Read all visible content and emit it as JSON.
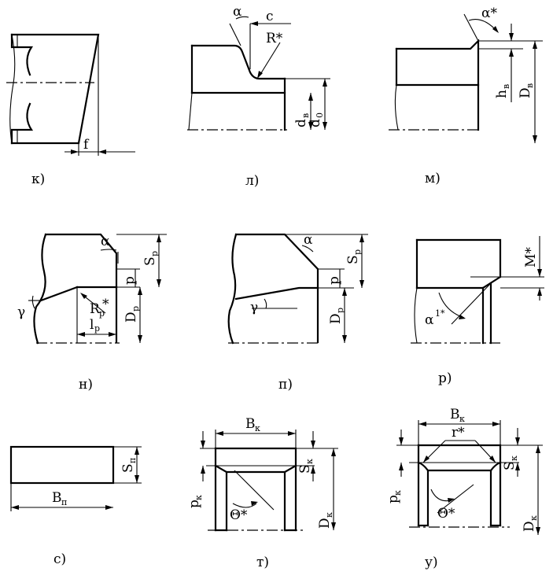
{
  "panels": {
    "k": {
      "caption": "к)",
      "dim_f": "f"
    },
    "l": {
      "caption": "л)",
      "alpha": "α",
      "c": "c",
      "r": "R*",
      "d": "d",
      "d_sub1": "в",
      "d2": "d",
      "d_sub2": "0"
    },
    "m": {
      "caption": "м)",
      "alpha": "α*",
      "h": "h",
      "h_sub": "в",
      "D": "D",
      "D_sub": "в"
    },
    "n": {
      "caption": "н)",
      "alpha": "α",
      "gamma": "γ",
      "R": "R",
      "R_sub": "p",
      "R_star": "*",
      "l": "l",
      "l_sub": "p",
      "S": "S",
      "S_sub": "p",
      "p": "p",
      "D": "D",
      "D_sub": "p"
    },
    "p": {
      "caption": "п)",
      "alpha": "α",
      "gamma": "γ",
      "S": "S",
      "S_sub": "p",
      "p": "p",
      "D": "D",
      "D_sub": "p"
    },
    "r": {
      "caption": "р)",
      "M": "M*",
      "alpha": "α",
      "alpha_sup": "1*"
    },
    "s": {
      "caption": "с)",
      "S": "S",
      "S_sub": "п",
      "B": "B",
      "B_sub": "п"
    },
    "t": {
      "caption": "т)",
      "B": "B",
      "B_sub": "к",
      "S": "S",
      "S_sub": "к",
      "p": "p",
      "p_sub": "к",
      "theta": "Θ*",
      "D": "D",
      "D_sub": "к"
    },
    "u": {
      "caption": "у)",
      "B": "B",
      "B_sub": "к",
      "r": "r*",
      "S": "S",
      "S_sub": "к",
      "p": "p",
      "p_sub": "к",
      "theta": "Θ*",
      "D": "D",
      "D_sub": "к"
    }
  }
}
